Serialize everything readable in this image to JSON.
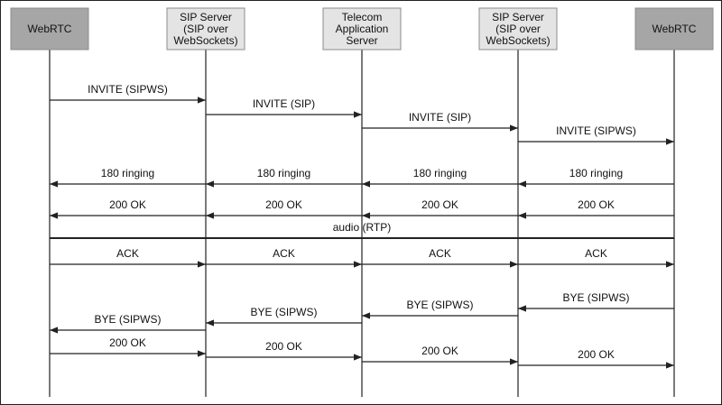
{
  "participants": [
    {
      "id": "webrtc-left",
      "lines": [
        "WebRTC"
      ],
      "style": "dark"
    },
    {
      "id": "sip-server-left",
      "lines": [
        "SIP Server",
        "(SIP over",
        "WebSockets)"
      ],
      "style": "light"
    },
    {
      "id": "telecom-app-server",
      "lines": [
        "Telecom",
        "Application",
        "Server"
      ],
      "style": "light"
    },
    {
      "id": "sip-server-right",
      "lines": [
        "SIP Server",
        "(SIP over",
        "WebSockets)"
      ],
      "style": "light"
    },
    {
      "id": "webrtc-right",
      "lines": [
        "WebRTC"
      ],
      "style": "dark"
    }
  ],
  "messages": [
    {
      "from": 0,
      "to": 1,
      "label": "INVITE (SIPWS)"
    },
    {
      "from": 1,
      "to": 2,
      "label": "INVITE (SIP)"
    },
    {
      "from": 2,
      "to": 3,
      "label": "INVITE (SIP)"
    },
    {
      "from": 3,
      "to": 4,
      "label": "INVITE (SIPWS)"
    },
    {
      "from": 4,
      "to": 3,
      "label": "180 ringing"
    },
    {
      "from": 3,
      "to": 2,
      "label": "180 ringing"
    },
    {
      "from": 2,
      "to": 1,
      "label": "180 ringing"
    },
    {
      "from": 1,
      "to": 0,
      "label": "180 ringing"
    },
    {
      "from": 4,
      "to": 3,
      "label": "200 OK"
    },
    {
      "from": 3,
      "to": 2,
      "label": "200 OK"
    },
    {
      "from": 2,
      "to": 1,
      "label": "200 OK"
    },
    {
      "from": 1,
      "to": 0,
      "label": "200 OK"
    },
    {
      "from": 0,
      "to": 4,
      "label": "audio (RTP)",
      "kind": "media"
    },
    {
      "from": 0,
      "to": 1,
      "label": "ACK"
    },
    {
      "from": 1,
      "to": 2,
      "label": "ACK"
    },
    {
      "from": 2,
      "to": 3,
      "label": "ACK"
    },
    {
      "from": 3,
      "to": 4,
      "label": "ACK"
    },
    {
      "from": 4,
      "to": 3,
      "label": "BYE (SIPWS)"
    },
    {
      "from": 3,
      "to": 2,
      "label": "BYE (SIPWS)"
    },
    {
      "from": 2,
      "to": 1,
      "label": "BYE (SIPWS)"
    },
    {
      "from": 1,
      "to": 0,
      "label": "BYE (SIPWS)"
    },
    {
      "from": 0,
      "to": 1,
      "label": "200 OK"
    },
    {
      "from": 1,
      "to": 2,
      "label": "200 OK"
    },
    {
      "from": 2,
      "to": 3,
      "label": "200 OK"
    },
    {
      "from": 3,
      "to": 4,
      "label": "200 OK"
    }
  ],
  "colors": {
    "dark_box": "#a6a6a6",
    "light_box": "#e4e4e4",
    "box_border": "#8c8c8c",
    "line": "#222222"
  }
}
